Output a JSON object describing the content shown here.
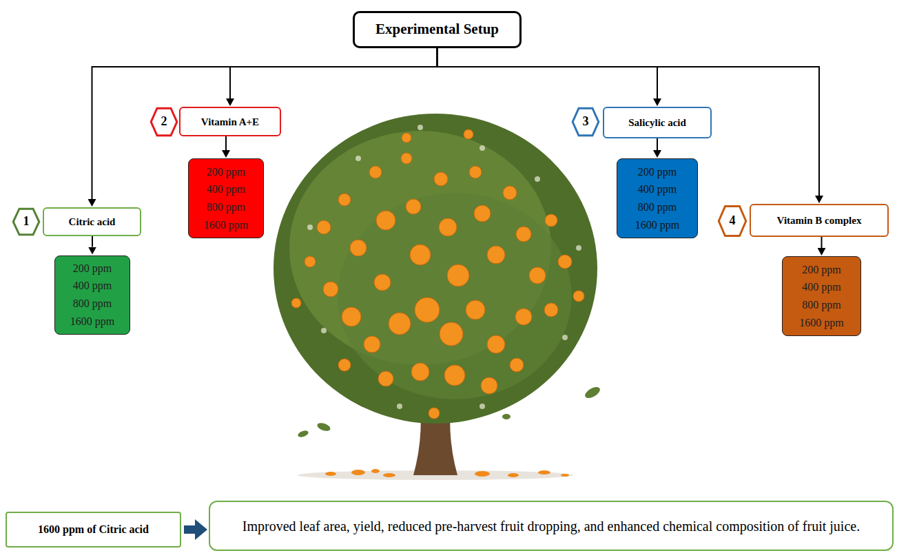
{
  "diagram": {
    "nodes": [
      {
        "text": [
          "Experimental Setup"
        ]
      },
      {
        "text": [
          "1"
        ]
      },
      {
        "text": [
          "Citric acid"
        ]
      },
      {
        "text": [
          "200 ppm",
          "400 ppm",
          "800 ppm",
          "1600 ppm"
        ]
      },
      {
        "text": [
          "2"
        ]
      },
      {
        "text": [
          "Vitamin A+E"
        ]
      },
      {
        "text": [
          "200 ppm",
          "400 ppm",
          "800 ppm",
          "1600 ppm"
        ]
      },
      {
        "text": [
          "3"
        ]
      },
      {
        "text": [
          "Salicylic acid"
        ]
      },
      {
        "text": [
          "200 ppm",
          "400 ppm",
          "800 ppm",
          "1600 ppm"
        ]
      },
      {
        "text": [
          "4"
        ]
      },
      {
        "text": [
          "Vitamin B complex"
        ]
      },
      {
        "text": [
          "200 ppm",
          "400 ppm",
          "800 ppm",
          "1600 ppm"
        ]
      },
      {
        "text": [
          "1600 ppm of Citric acid"
        ]
      },
      {
        "text": [
          "Improved leaf area, yield, reduced pre-harvest fruit dropping, and enhanced chemical composition of fruit juice."
        ]
      }
    ],
    "edges": [
      {
        "from": 0,
        "to": 2,
        "arrow": "to"
      },
      {
        "from": 0,
        "to": 5,
        "arrow": "to"
      },
      {
        "from": 0,
        "to": 8,
        "arrow": "to"
      },
      {
        "from": 0,
        "to": 11,
        "arrow": "to"
      },
      {
        "from": 2,
        "to": 3,
        "arrow": "to"
      },
      {
        "from": 5,
        "to": 6,
        "arrow": "to"
      },
      {
        "from": 8,
        "to": 9,
        "arrow": "to"
      },
      {
        "from": 11,
        "to": 12,
        "arrow": "to"
      },
      {
        "from": 13,
        "to": 14,
        "arrow": "to"
      }
    ]
  }
}
